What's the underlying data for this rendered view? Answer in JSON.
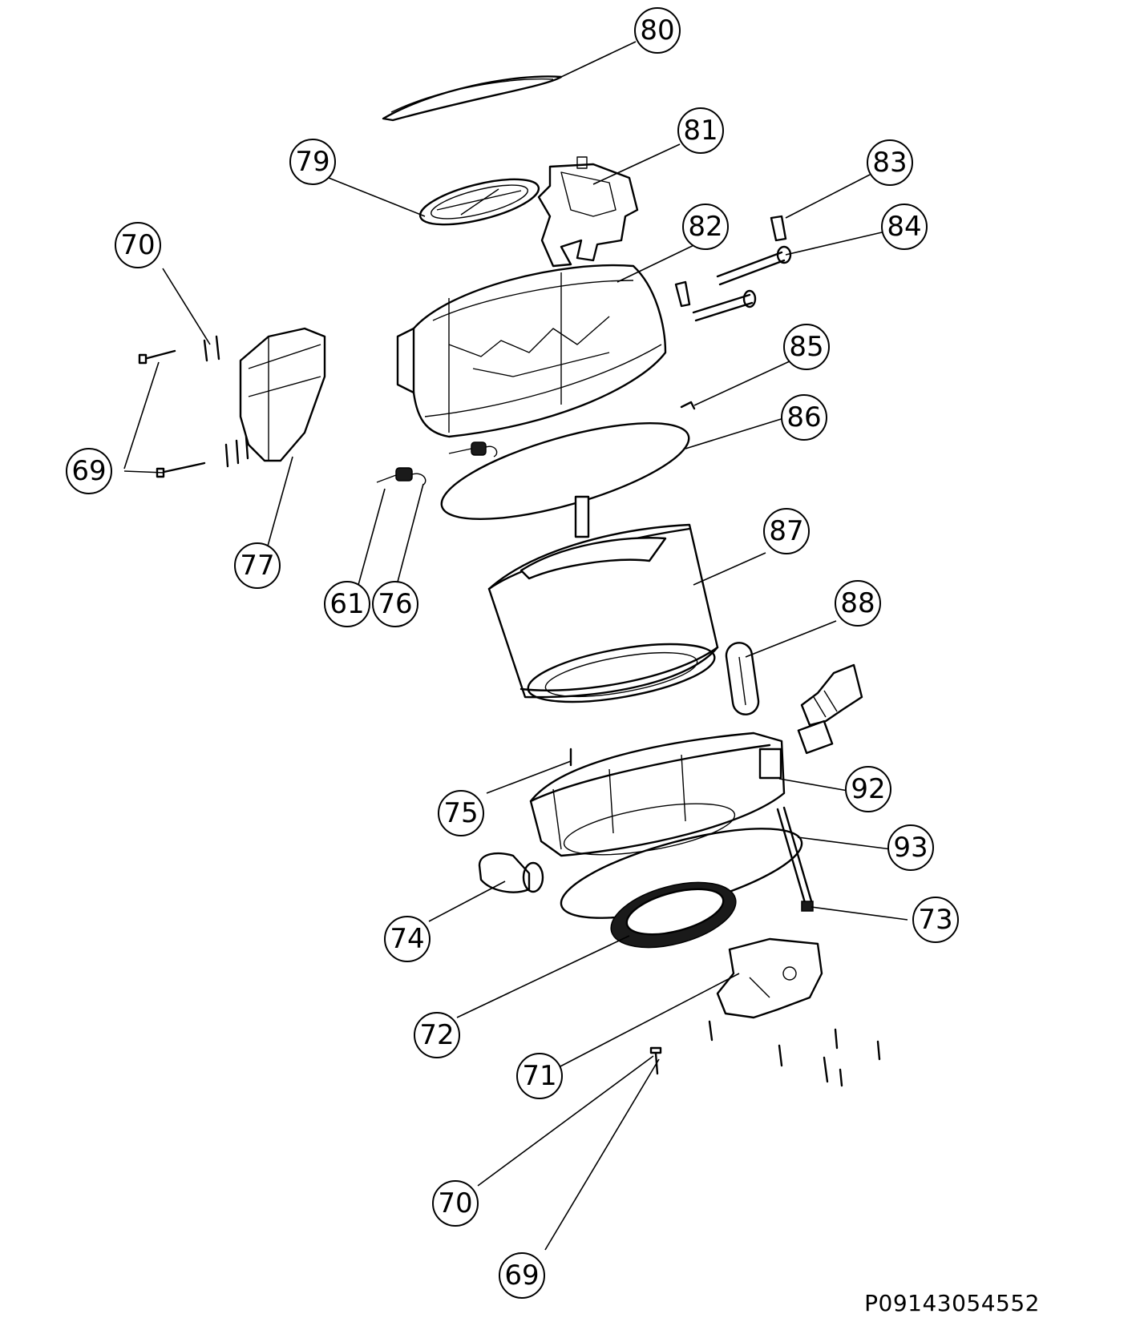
{
  "drawing_code": "P09143054552",
  "callouts": [
    {
      "id": "c80",
      "label": "80"
    },
    {
      "id": "c81",
      "label": "81"
    },
    {
      "id": "c79",
      "label": "79"
    },
    {
      "id": "c83",
      "label": "83"
    },
    {
      "id": "c84",
      "label": "84"
    },
    {
      "id": "c82",
      "label": "82"
    },
    {
      "id": "c70a",
      "label": "70"
    },
    {
      "id": "c85",
      "label": "85"
    },
    {
      "id": "c86",
      "label": "86"
    },
    {
      "id": "c69a",
      "label": "69"
    },
    {
      "id": "c77",
      "label": "77"
    },
    {
      "id": "c61",
      "label": "61"
    },
    {
      "id": "c76",
      "label": "76"
    },
    {
      "id": "c87",
      "label": "87"
    },
    {
      "id": "c88",
      "label": "88"
    },
    {
      "id": "c92",
      "label": "92"
    },
    {
      "id": "c75",
      "label": "75"
    },
    {
      "id": "c93",
      "label": "93"
    },
    {
      "id": "c73",
      "label": "73"
    },
    {
      "id": "c74",
      "label": "74"
    },
    {
      "id": "c72",
      "label": "72"
    },
    {
      "id": "c71",
      "label": "71"
    },
    {
      "id": "c70b",
      "label": "70"
    },
    {
      "id": "c69b",
      "label": "69"
    }
  ]
}
